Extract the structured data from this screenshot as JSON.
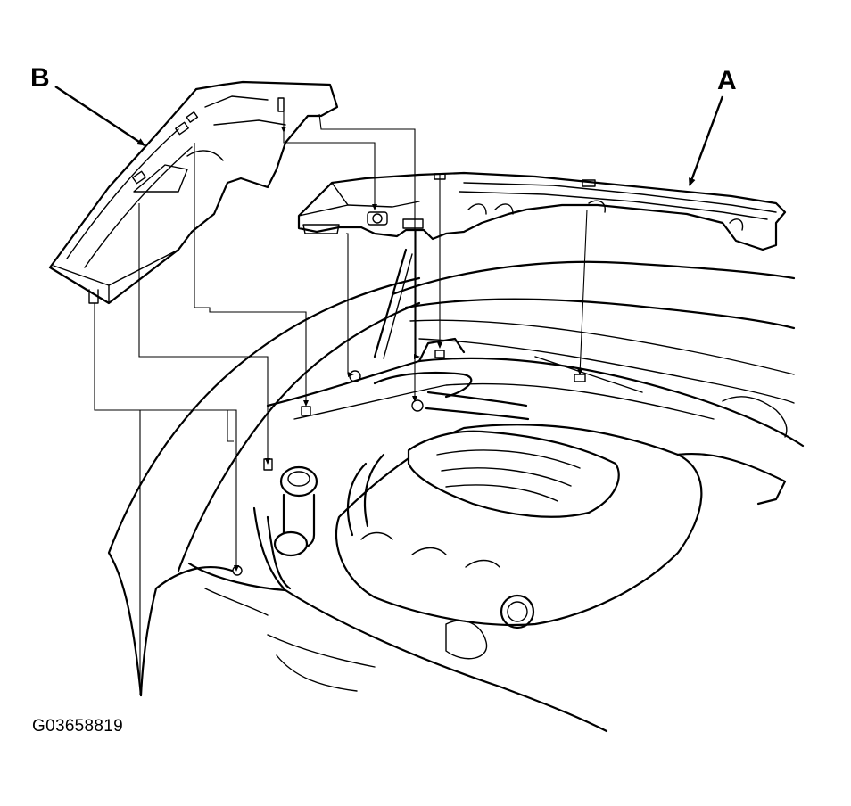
{
  "labels": {
    "part_a": "A",
    "part_b": "B"
  },
  "figure_id": "G03658819"
}
